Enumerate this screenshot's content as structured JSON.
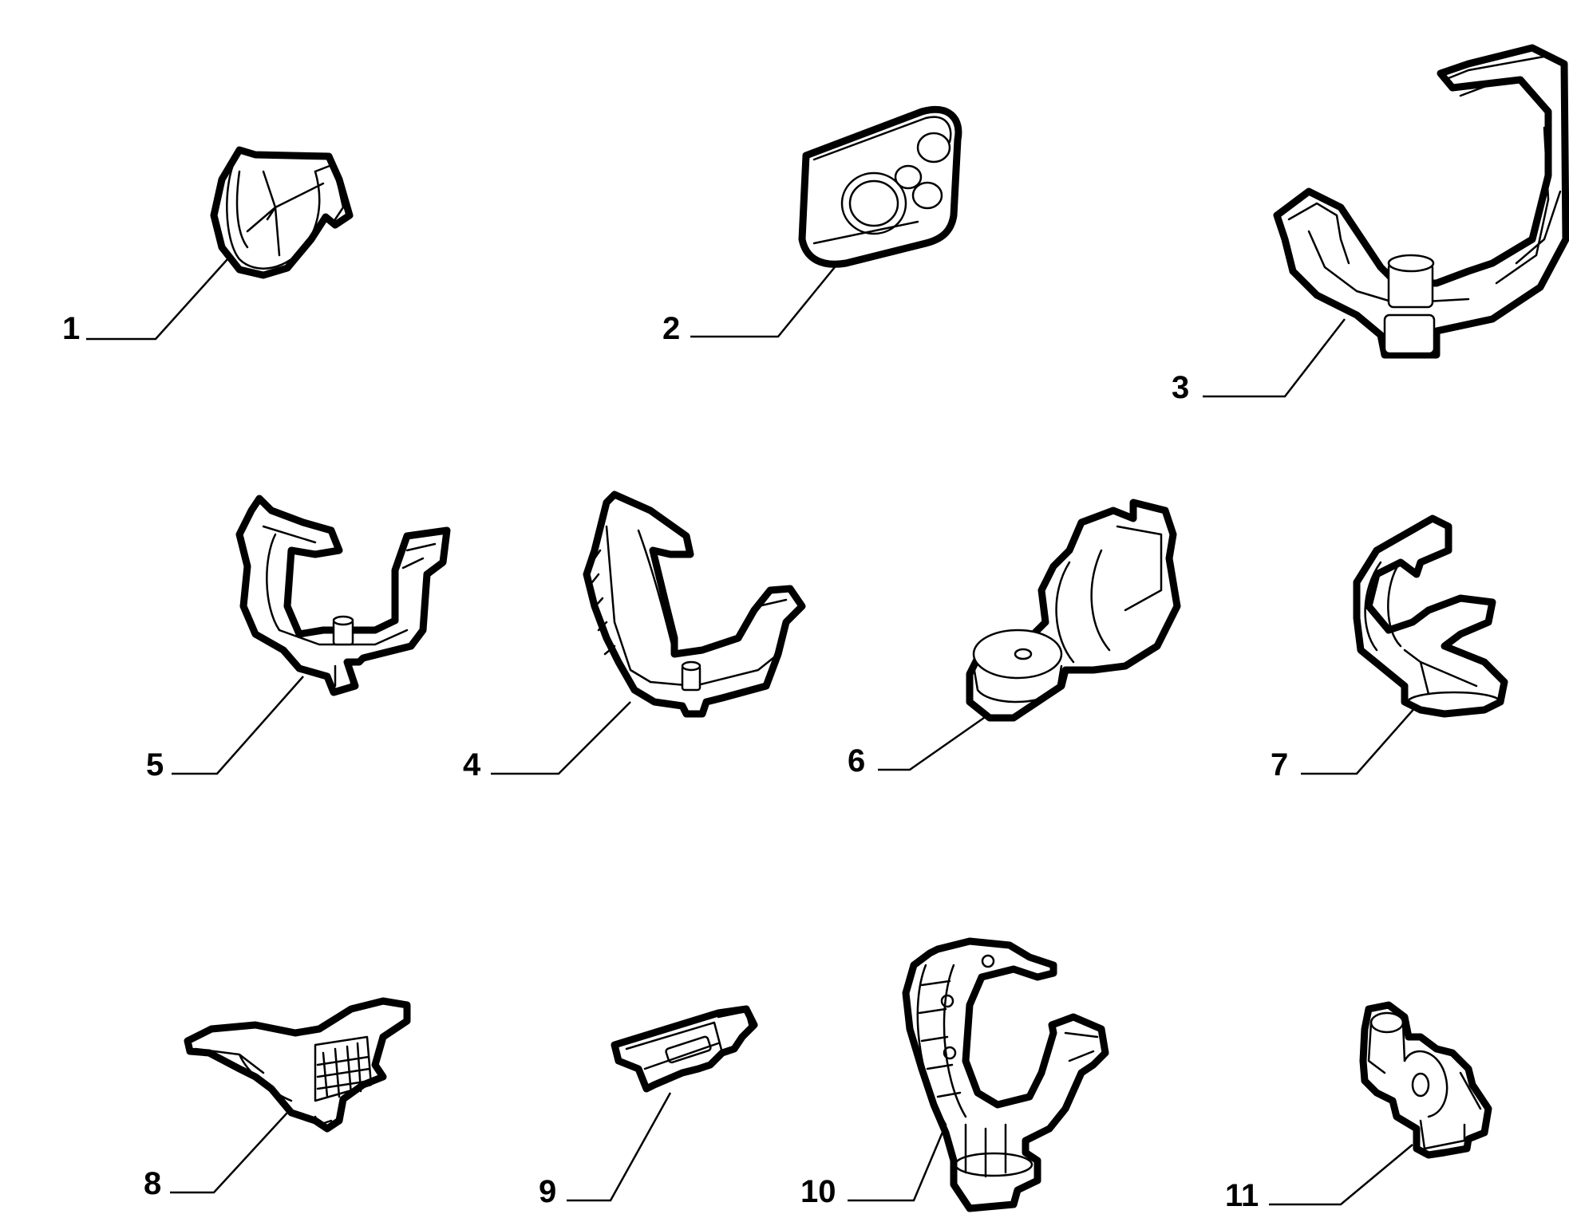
{
  "parts": [
    {
      "id": "part-1",
      "label": "1"
    },
    {
      "id": "part-2",
      "label": "2"
    },
    {
      "id": "part-3",
      "label": "3"
    },
    {
      "id": "part-4",
      "label": "4"
    },
    {
      "id": "part-5",
      "label": "5"
    },
    {
      "id": "part-6",
      "label": "6"
    },
    {
      "id": "part-7",
      "label": "7"
    },
    {
      "id": "part-8",
      "label": "8"
    },
    {
      "id": "part-9",
      "label": "9"
    },
    {
      "id": "part-10",
      "label": "10"
    },
    {
      "id": "part-11",
      "label": "11"
    }
  ]
}
